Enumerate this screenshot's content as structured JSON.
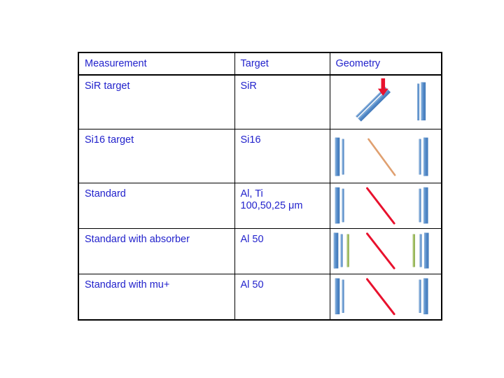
{
  "slide": {
    "background_color": "#ffffff",
    "text_color": "#2222cc",
    "border_color": "#000000"
  },
  "table": {
    "headers": [
      {
        "label": "Measurement"
      },
      {
        "label": "Target"
      },
      {
        "label": "Geometry"
      }
    ],
    "rows": [
      {
        "measurement": "SiR target",
        "target": "SiR",
        "geometry": "tilted-target-with-beam-arrow-and-right-detector"
      },
      {
        "measurement": "Si16 target",
        "target": "Si16",
        "geometry": "two-detectors-with-tan-diagonal-target"
      },
      {
        "measurement": "Standard",
        "target": "Al, Ti\n100,50,25 μm",
        "geometry": "two-detectors-with-red-diagonal-target"
      },
      {
        "measurement": "Standard with absorber",
        "target": "Al 50",
        "geometry": "two-detectors-with-green-absorber-and-red-diagonal-target"
      },
      {
        "measurement": "Standard with mu+",
        "target": "Al 50",
        "geometry": "two-detectors-with-red-diagonal-target"
      }
    ]
  },
  "geometry_legend": {
    "detector_bar_color": "#4a82c4",
    "detector_bar_highlight": "#9dc3e6",
    "absorber_bar_color": "#9bbb59",
    "target_foil_red": "#e8112d",
    "target_foil_tan": "#e0a070",
    "beam_arrow_color": "#e8112d",
    "tilted_target_color": "#4a82c4"
  }
}
